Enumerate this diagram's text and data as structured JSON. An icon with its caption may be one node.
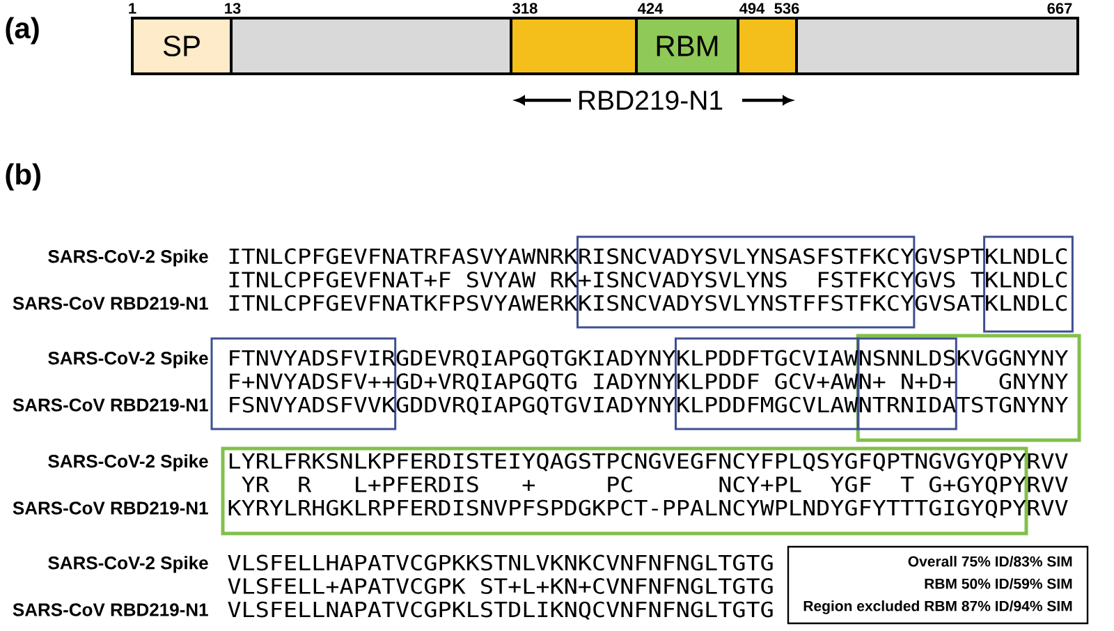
{
  "diagram": {
    "nodes": [
      {
        "text": [
          "SP"
        ]
      },
      {
        "text": [],
        "shape": "box"
      },
      {
        "text": [],
        "shape": "box"
      },
      {
        "text": [
          "RBM"
        ]
      },
      {
        "text": [],
        "shape": "box"
      },
      {
        "text": [],
        "shape": "box"
      },
      {
        "text": [
          "Overall 75% ID/83% SIM",
          "RBM 50% ID/59% SIM",
          "Region excluded RBM 87% ID/94% SIM"
        ]
      }
    ],
    "labels": [
      "(a)",
      "1",
      "13",
      "318",
      "424",
      "494",
      "536",
      "667",
      "RBD219-N1",
      "(b)",
      "SARS-CoV-2 Spike",
      "ITNLCPFGEVFNATRFASVYAWNRKRISNCVADYSVLYNSASFSTFKCYGVSPTKLNDLC",
      "ITNLCPFGEVFNAT+F SVYAW RK+ISNCVADYSVLYNS  FSTFKCYGVS TKLNDLC",
      "SARS-CoV RBD219-N1",
      "ITNLCPFGEVFNATKFPSVYAWERKKISNCVADYSVLYNSTFFSTFKCYGVSATKLNDLC",
      "SARS-CoV-2 Spike",
      "FTNVYADSFVIRGDEVRQIAPGQTGKIADYNYKLPDDFTGCVIAWNSNNLDSKVGGNYNY",
      "F+NVYADSFV++GD+VRQIAPGQTG IADYNYKLPDDF GCV+AWN+ N+D+   GNYNY",
      "SARS-CoV RBD219-N1",
      "FSNVYADSFVVKGDDVRQIAPGQTGVIADYNYKLPDDFMGCVLAWNTRNIDATSTGNYNY",
      "SARS-CoV-2 Spike",
      "LYRLFRKSNLKPFERDISTEIYQAGSTPCNGVEGFNCYFPLQSYGFQPTNGVGYQPYRVV",
      " YR  R   L+PFERDIS   +     PC      NCY+PL  YGF  T G+GYQPYRVV",
      "SARS-CoV RBD219-N1",
      "KYRYLRHGKLRPFERDISNVPFSPDGKPCT-PPALNCYWPLNDYGFYTTTGIGYQPYRVV",
      "SARS-CoV-2 Spike",
      "VLSFELLHAPATVCGPKKSTNLVKNKCVNFNFNGLTGTG",
      "VLSFELL+APATVCGPK ST+L+KN+CVNFNFNGLTGTG",
      "SARS-CoV RBD219-N1",
      "VLSFELLNAPATVCGPKLSTDLIKNQCVNFNFNGLTGTG"
    ]
  }
}
